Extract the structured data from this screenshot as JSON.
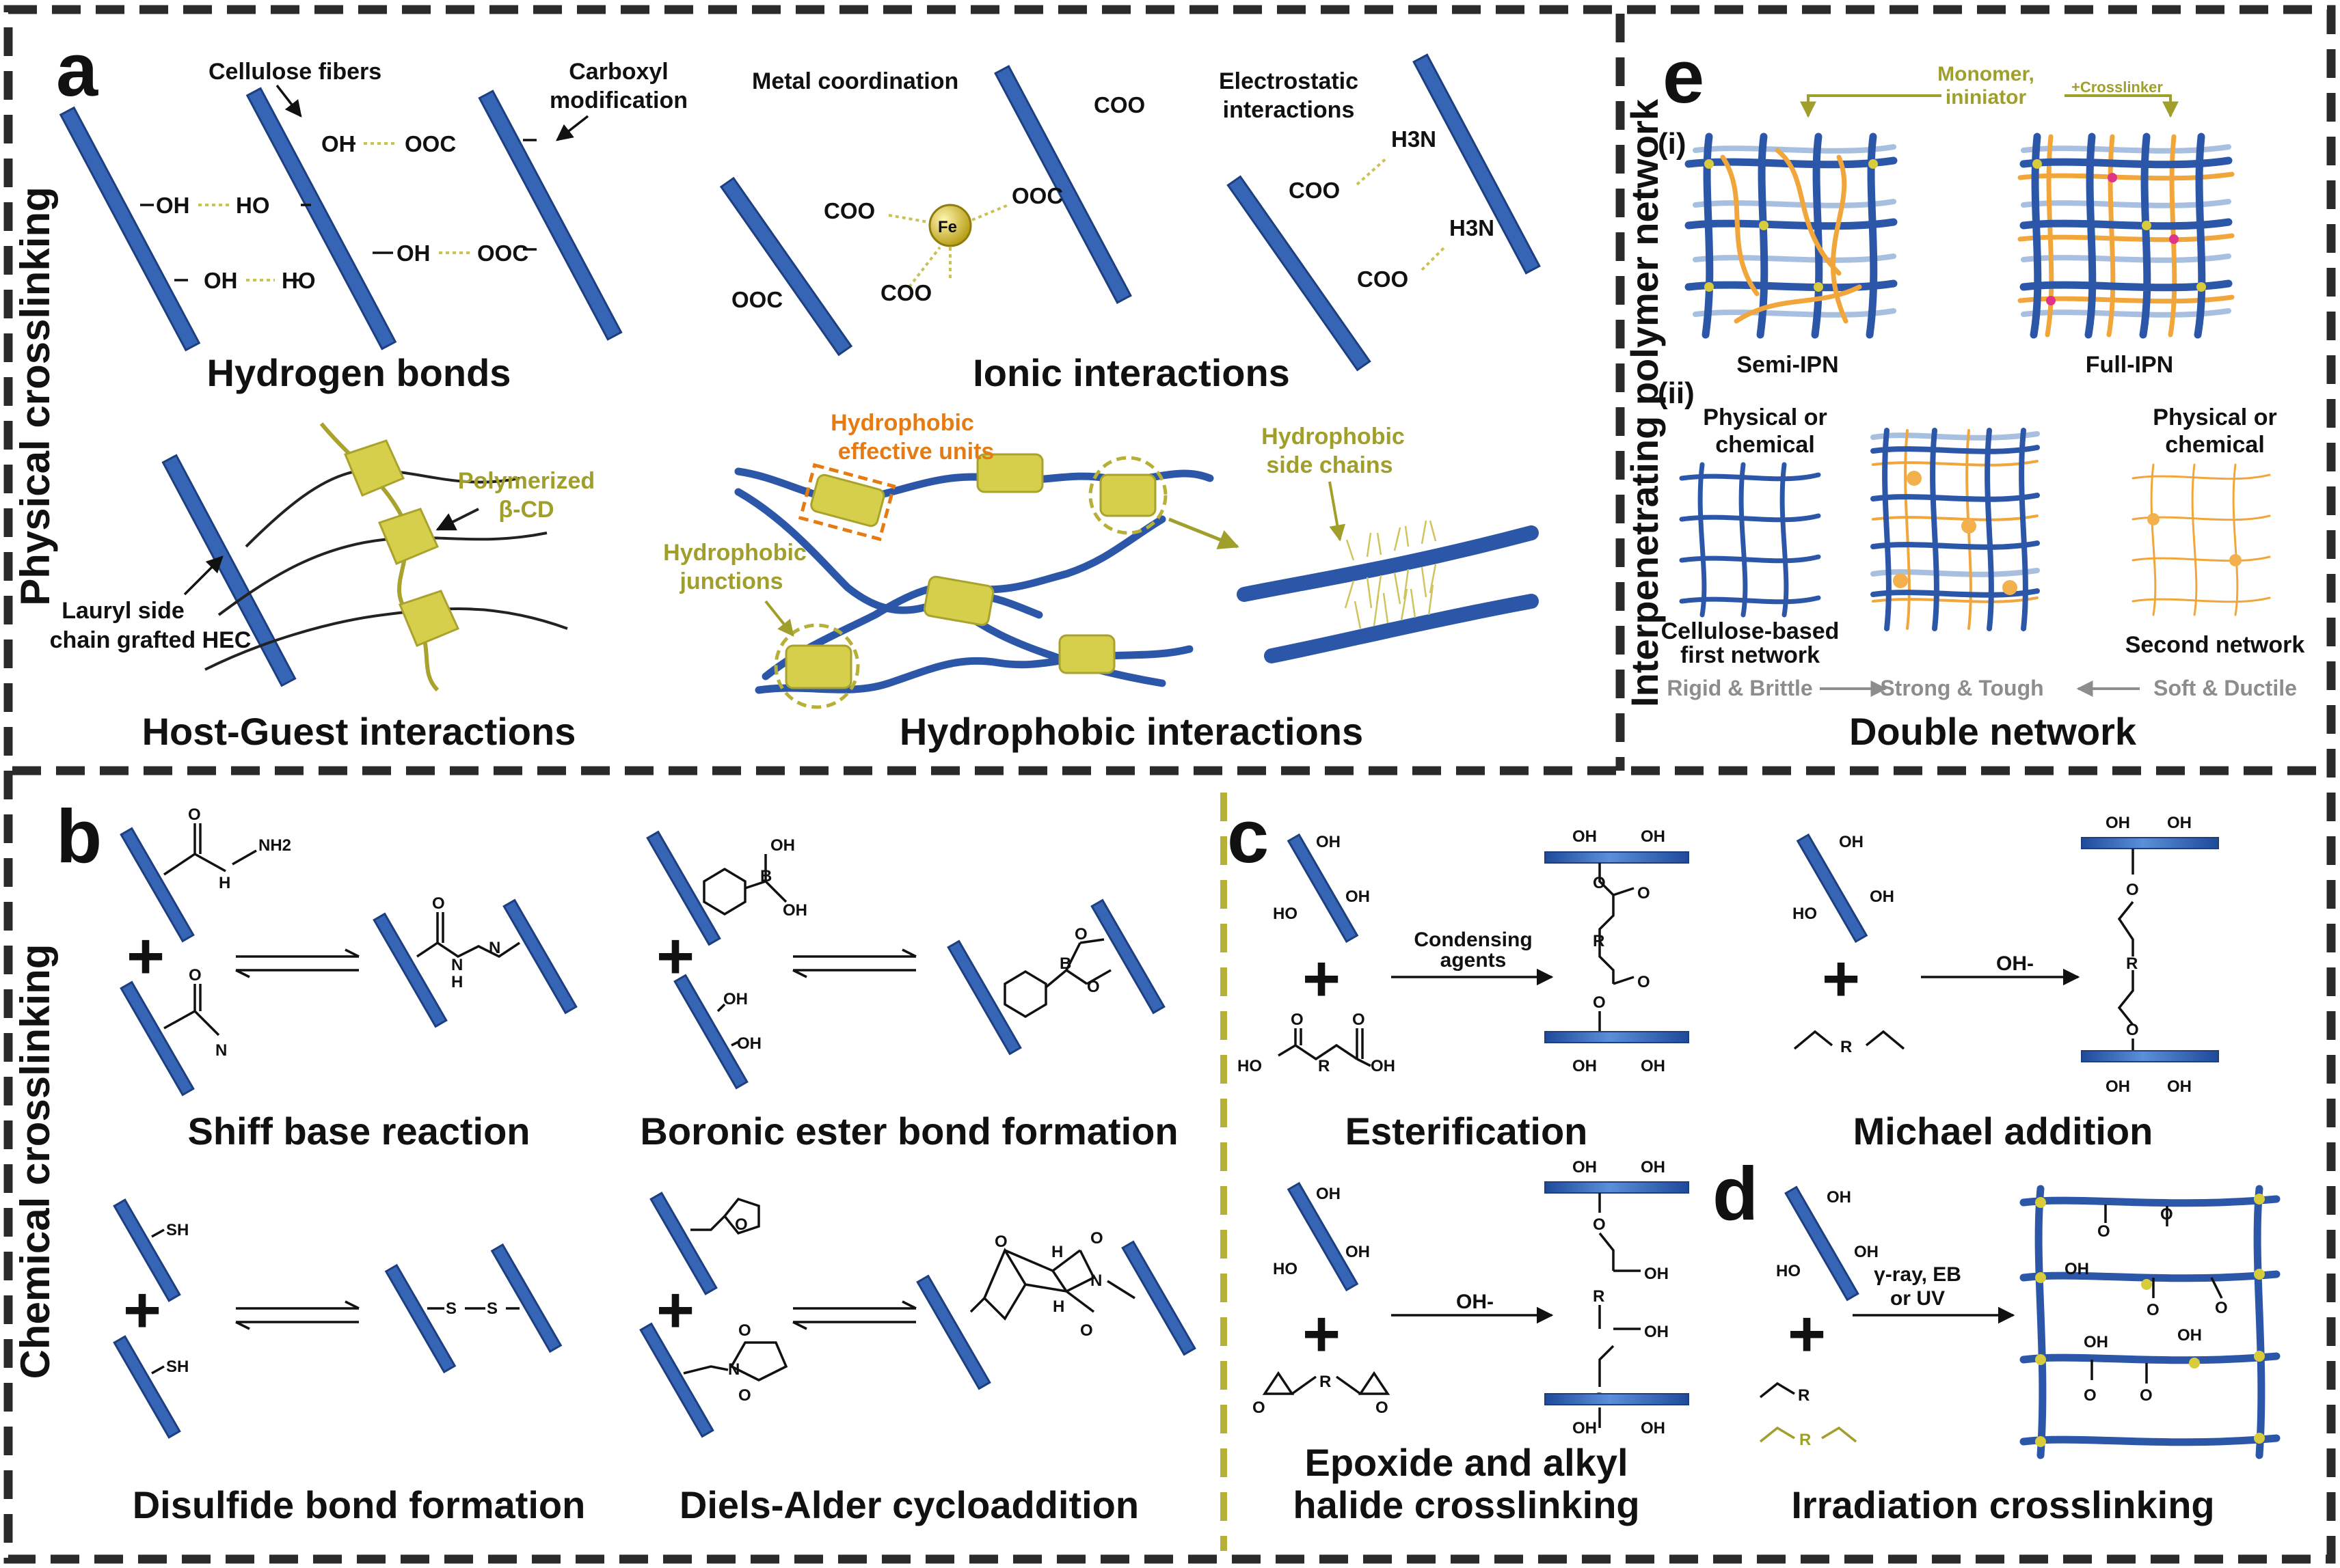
{
  "panel_letters": {
    "a": "a",
    "b": "b",
    "c": "c",
    "d": "d",
    "e": "e"
  },
  "side_labels": {
    "physical": "Physical crosslinking",
    "chemical": "Chemical crosslinking",
    "ipn": "Interpenetrating polymer network"
  },
  "panel_a": {
    "hydrogen": {
      "title": "Hydrogen  bonds",
      "cellulose_fibers": "Cellulose fibers",
      "carboxyl_line1": "Carboxyl",
      "carboxyl_line2": "modification",
      "oh": "OH",
      "ho": "HO",
      "ooc": "OOC"
    },
    "ionic": {
      "title": "Ionic interactions",
      "metal": "Metal coordination",
      "electro_line1": "Electrostatic",
      "electro_line2": "interactions",
      "coo": "COO",
      "ooc": "OOC",
      "h3n": "H3N",
      "fe": "Fe"
    },
    "hostguest": {
      "title": "Host-Guest interactions",
      "polymerized": "Polymerized",
      "bcd": "β-CD",
      "lauryl_line1": "Lauryl side",
      "lauryl_line2": "chain grafted HEC"
    },
    "hydrophobic": {
      "title": "Hydrophobic interactions",
      "effective_line1": "Hydrophobic",
      "effective_line2": "effective units",
      "junctions_line1": "Hydrophobic",
      "junctions_line2": "junctions",
      "side_line1": "Hydrophobic",
      "side_line2": "side chains"
    }
  },
  "panel_e": {
    "i": "(i)",
    "ii": "(ii)",
    "monomer_line1": "Monomer,",
    "monomer_line2": "ininiator",
    "crosslinker": "+Crosslinker",
    "semi": "Semi-IPN",
    "full": "Full-IPN",
    "phys_line1": "Physical or",
    "phys_line2": "chemical",
    "first_line1": "Cellulose-based",
    "first_line2": "first network",
    "second": "Second network",
    "rigid": "Rigid & Brittle",
    "strong": "Strong & Tough",
    "soft": "Soft & Ductile",
    "title": "Double network"
  },
  "panel_b": {
    "shiff": "Shiff base reaction",
    "boronic": "Boronic ester bond formation",
    "disulfide": "Disulfide bond formation",
    "diels": "Diels-Alder cycloaddition",
    "nh2": "NH2",
    "n": "N",
    "h": "H",
    "o": "O",
    "b": "B",
    "oh": "OH",
    "sh": "SH",
    "s": "S"
  },
  "panel_c": {
    "esterification": "Esterification",
    "michael": "Michael addition",
    "epoxide_line1": "Epoxide and alkyl",
    "epoxide_line2": "halide crosslinking",
    "condensing_line1": "Condensing",
    "condensing_line2": "agents",
    "ohminus": "OH-",
    "oh": "OH",
    "ho": "HO",
    "r": "R",
    "o": "O"
  },
  "panel_d": {
    "title": "Irradiation crosslinking",
    "cond_line1": "γ-ray, EB",
    "cond_line2": "or UV",
    "oh": "OH",
    "ho": "HO",
    "r": "R",
    "o": "O"
  },
  "colors": {
    "fiber": "#3565b4",
    "olive": "#a19f2c",
    "orange": "#e57b12",
    "cylinder": "#d6cf4c"
  }
}
